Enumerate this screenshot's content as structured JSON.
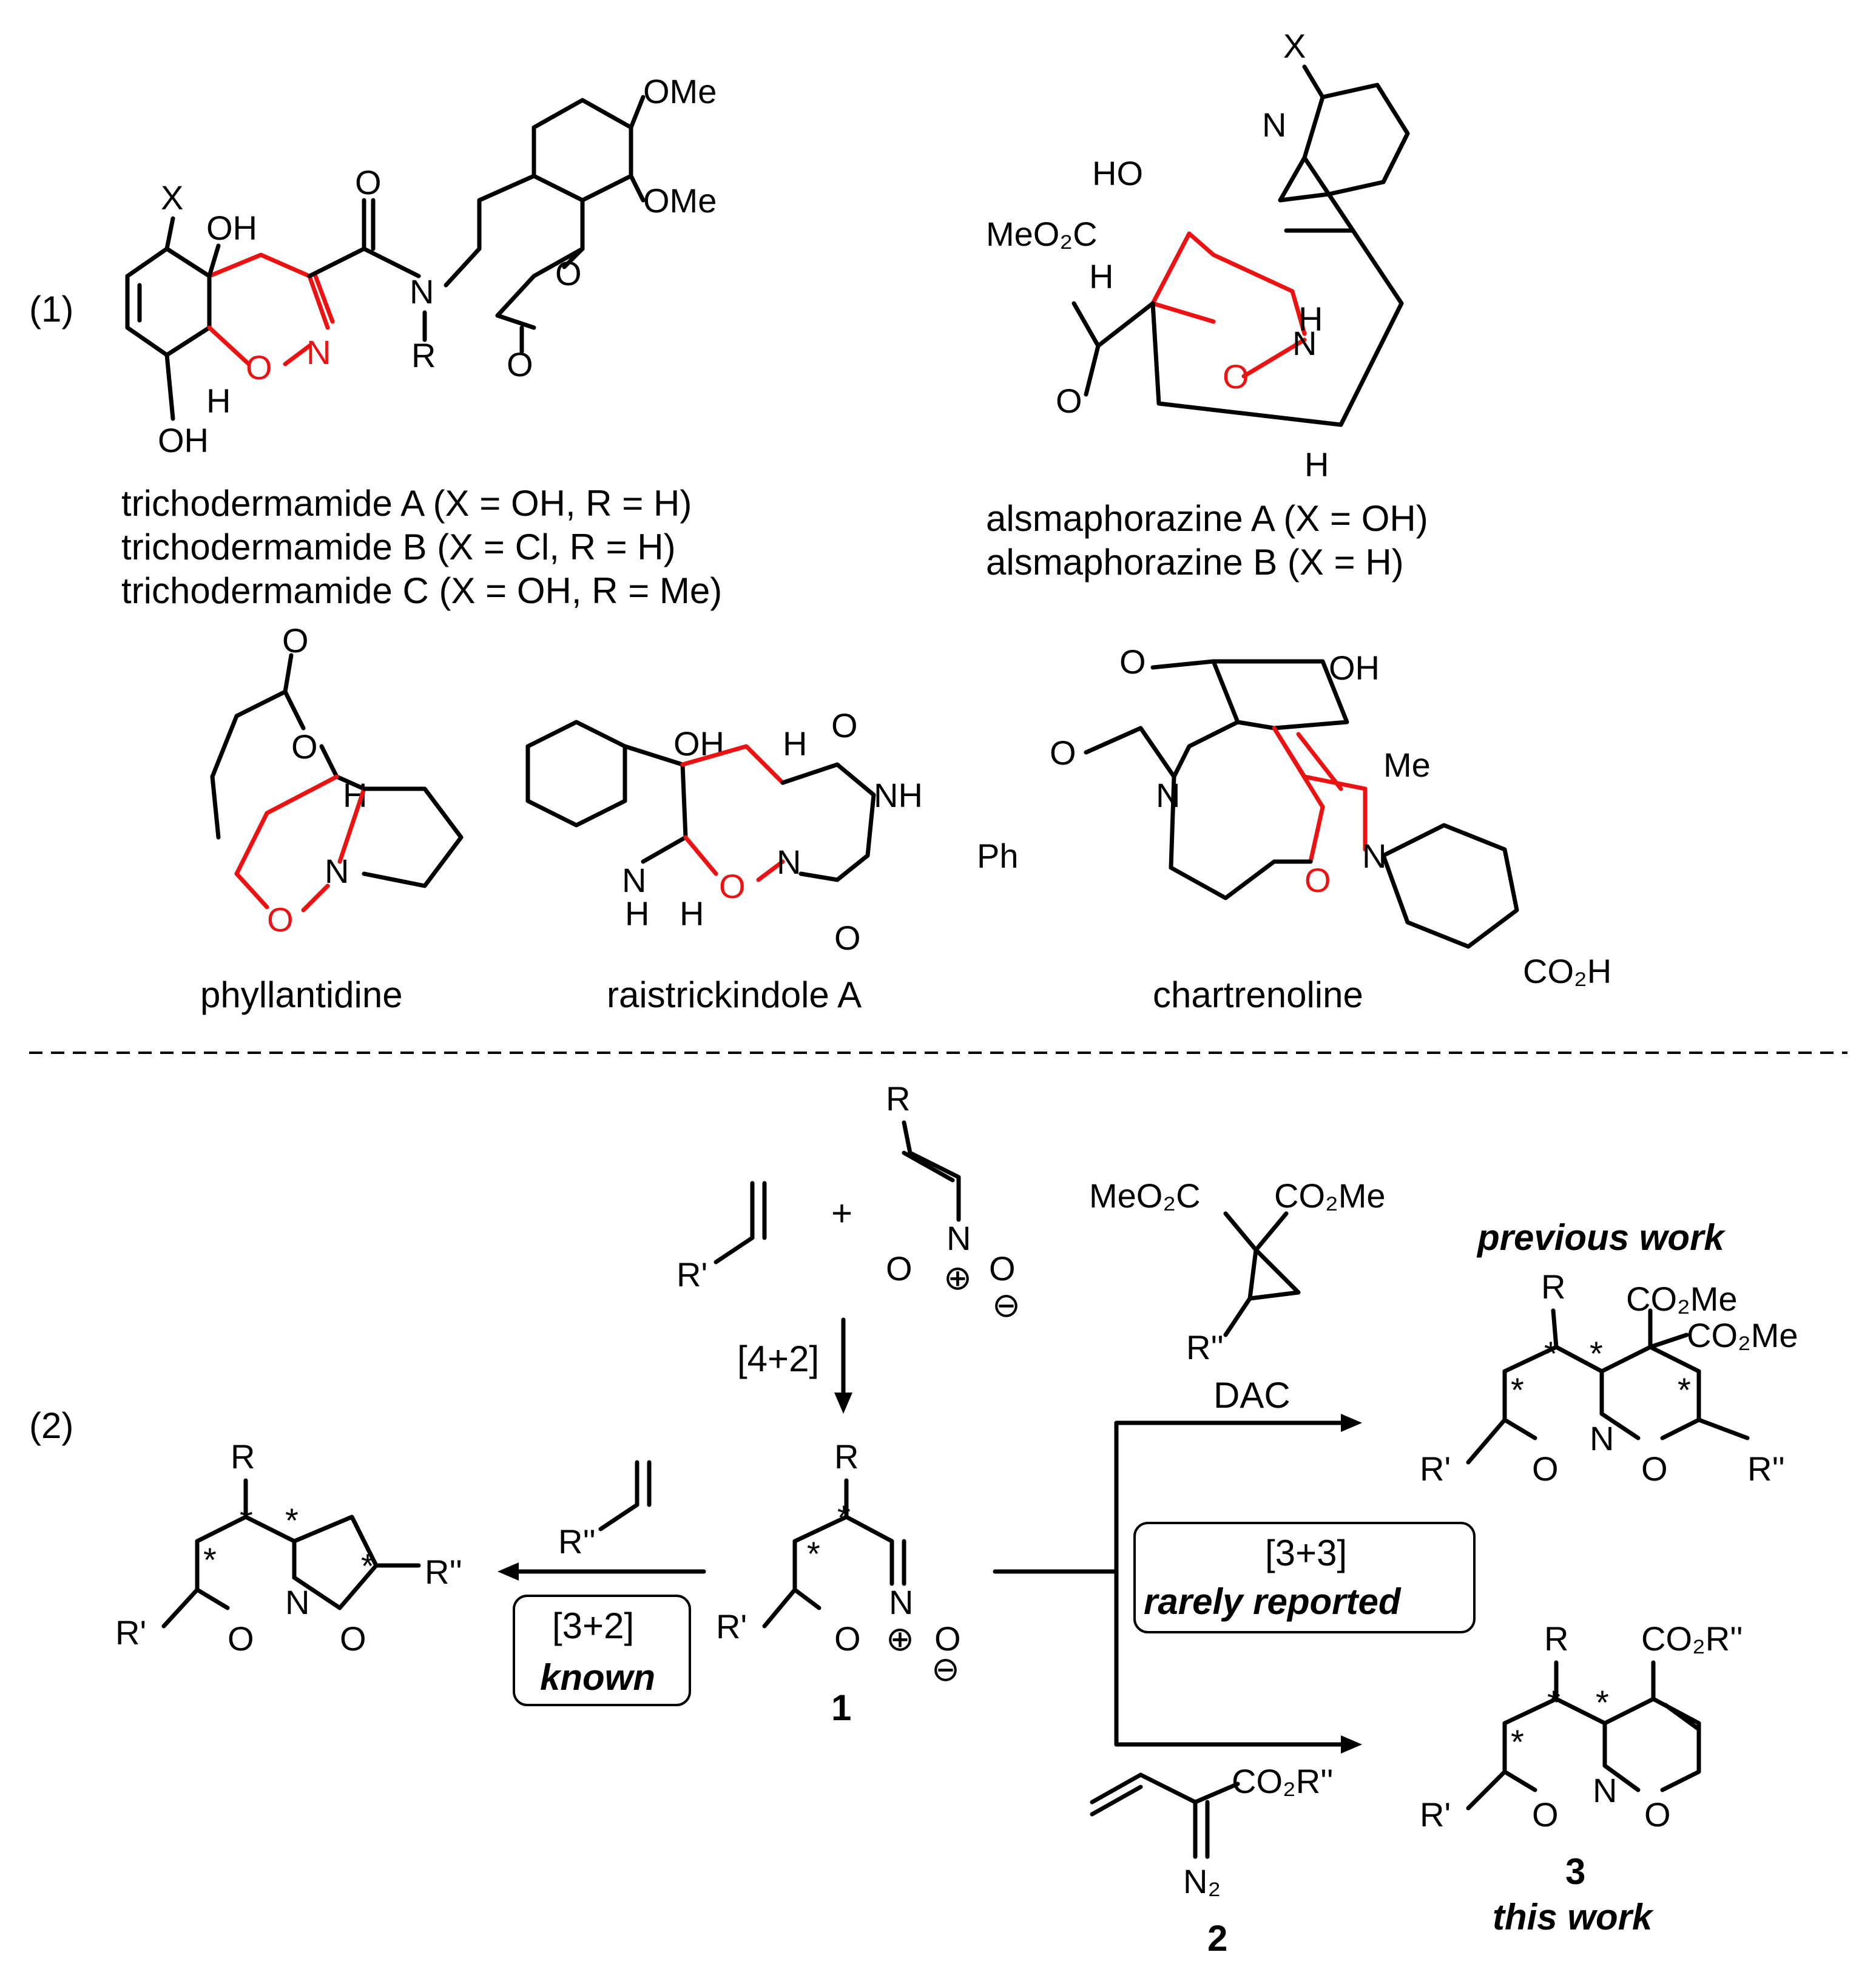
{
  "section_labels": {
    "part1": "(1)",
    "part2": "(2)"
  },
  "natural_products": {
    "trichodermamide_lines": [
      "trichodermamide A (X = OH, R = H)",
      "trichodermamide B (X = Cl, R = H)",
      "trichodermamide C (X = OH, R = Me)"
    ],
    "alsmaphorazine_lines": [
      "alsmaphorazine A (X = OH)",
      "alsmaphorazine B (X = H)"
    ],
    "phyllantidine": "phyllantidine",
    "raistrickindole": "raistrickindole A",
    "chartrenoline": "chartrenoline"
  },
  "scheme": {
    "step_4_2": "[4+2]",
    "dac_label": "DAC",
    "previous_work": "previous work",
    "this_work": "this work",
    "box_3_2_top": "[3+2]",
    "box_3_2_bottom": "known",
    "box_3_3_top": "[3+3]",
    "box_3_3_bottom": "rarely reported",
    "compound_1": "1",
    "compound_2": "2",
    "compound_3": "3",
    "plus": "+"
  },
  "colors": {
    "highlight": "#ee1111",
    "ink": "#000000"
  }
}
